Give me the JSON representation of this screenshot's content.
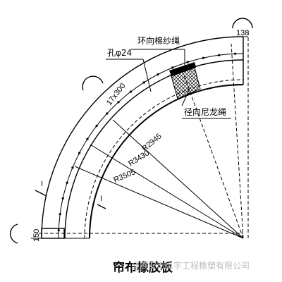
{
  "diagram": {
    "title": "帘布橡胶板",
    "labels": {
      "ring_cotton_rope": "环向棉纱绳",
      "hole": "孔φ24",
      "radial_nylon_rope": "径向尼龙绳",
      "hole_spacing": "17x300",
      "top_dim": "138",
      "left_dim": "150",
      "r_inner": "R2945",
      "r_mid": "R3430",
      "r_outer": "R3505",
      "section_mark": "I"
    },
    "watermark": "@高安市纵宇工程橡塑有限公司"
  }
}
